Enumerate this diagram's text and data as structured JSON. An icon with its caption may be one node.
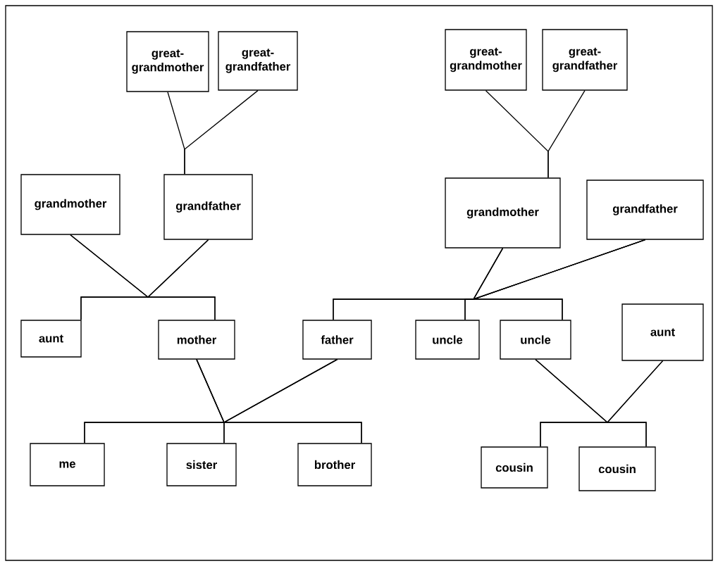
{
  "diagram": {
    "nodes": [
      {
        "text": [
          "great-grandmother"
        ]
      },
      {
        "text": [
          "great-grandfather"
        ]
      },
      {
        "text": [
          "great-grandmother"
        ]
      },
      {
        "text": [
          "great-grandfather"
        ]
      },
      {
        "text": [
          "grandmother"
        ]
      },
      {
        "text": [
          "grandfather"
        ]
      },
      {
        "text": [
          "grandmother"
        ]
      },
      {
        "text": [
          "grandfather"
        ]
      },
      {
        "text": [
          "aunt"
        ]
      },
      {
        "text": [
          "mother"
        ]
      },
      {
        "text": [
          "father"
        ]
      },
      {
        "text": [
          "uncle"
        ]
      },
      {
        "text": [
          "uncle"
        ]
      },
      {
        "text": [
          "aunt"
        ]
      },
      {
        "text": [
          "me"
        ]
      },
      {
        "text": [
          "sister"
        ]
      },
      {
        "text": [
          "brother"
        ]
      },
      {
        "text": [
          "cousin"
        ]
      },
      {
        "text": [
          "cousin"
        ]
      }
    ],
    "edges": [
      {
        "from": 0,
        "to": 5,
        "arrow": "none"
      },
      {
        "from": 1,
        "to": 5,
        "arrow": "none"
      },
      {
        "from": 2,
        "to": 6,
        "arrow": "none"
      },
      {
        "from": 3,
        "to": 6,
        "arrow": "none"
      },
      {
        "from": 4,
        "to": 8,
        "arrow": "none"
      },
      {
        "from": 4,
        "to": 9,
        "arrow": "none"
      },
      {
        "from": 5,
        "to": 8,
        "arrow": "none"
      },
      {
        "from": 5,
        "to": 9,
        "arrow": "none"
      },
      {
        "from": 6,
        "to": 10,
        "arrow": "none"
      },
      {
        "from": 6,
        "to": 11,
        "arrow": "none"
      },
      {
        "from": 6,
        "to": 12,
        "arrow": "none"
      },
      {
        "from": 7,
        "to": 10,
        "arrow": "none"
      },
      {
        "from": 7,
        "to": 11,
        "arrow": "none"
      },
      {
        "from": 7,
        "to": 12,
        "arrow": "none"
      },
      {
        "from": 9,
        "to": 14,
        "arrow": "none"
      },
      {
        "from": 9,
        "to": 15,
        "arrow": "none"
      },
      {
        "from": 9,
        "to": 16,
        "arrow": "none"
      },
      {
        "from": 10,
        "to": 14,
        "arrow": "none"
      },
      {
        "from": 10,
        "to": 15,
        "arrow": "none"
      },
      {
        "from": 10,
        "to": 16,
        "arrow": "none"
      },
      {
        "from": 12,
        "to": 17,
        "arrow": "none"
      },
      {
        "from": 12,
        "to": 18,
        "arrow": "none"
      },
      {
        "from": 13,
        "to": 17,
        "arrow": "none"
      },
      {
        "from": 13,
        "to": 18,
        "arrow": "none"
      }
    ]
  }
}
